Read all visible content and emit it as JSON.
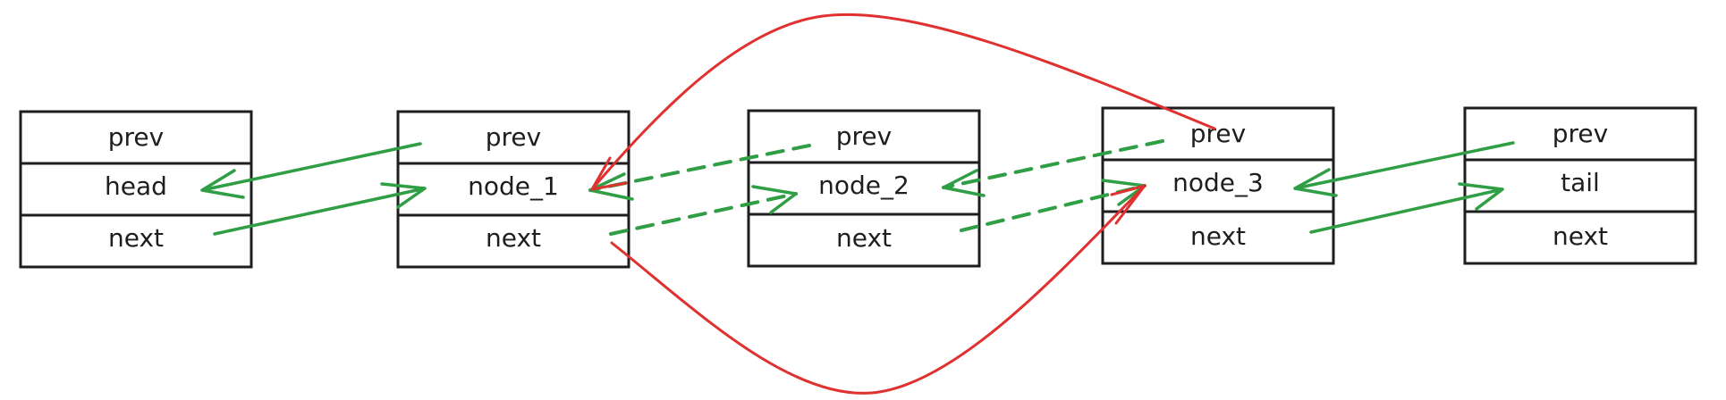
{
  "nodes": [
    {
      "prev": "prev",
      "name": "head",
      "next": "next"
    },
    {
      "prev": "prev",
      "name": "node_1",
      "next": "next"
    },
    {
      "prev": "prev",
      "name": "node_2",
      "next": "next"
    },
    {
      "prev": "prev",
      "name": "node_3",
      "next": "next"
    },
    {
      "prev": "prev",
      "name": "tail",
      "next": "next"
    }
  ],
  "colors": {
    "outline": "#1e1e1e",
    "link": "#2f9e44",
    "removed_link": "#e03131"
  }
}
